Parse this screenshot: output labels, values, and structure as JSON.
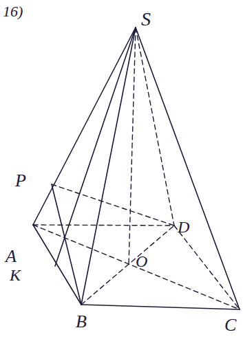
{
  "diagram": {
    "labels": [
      "16)",
      "S",
      "P",
      "A",
      "K",
      "B",
      "O",
      "D",
      "C"
    ]
  }
}
